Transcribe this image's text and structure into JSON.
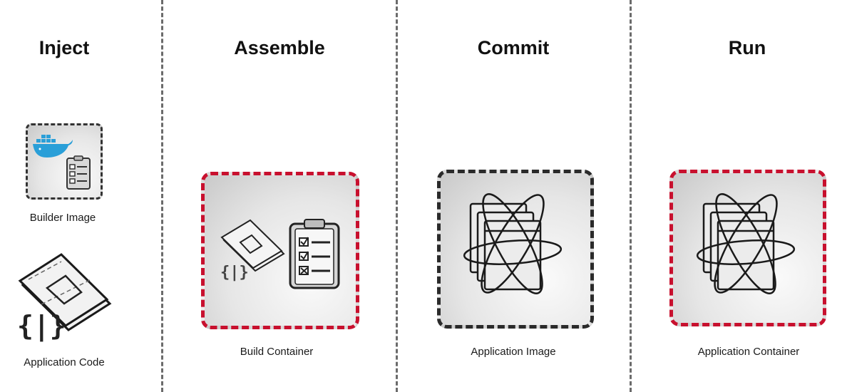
{
  "stages": [
    {
      "title": "Inject",
      "captions": [
        "Builder Image",
        "Application Code"
      ]
    },
    {
      "title": "Assemble",
      "caption": "Build Container"
    },
    {
      "title": "Commit",
      "caption": "Application Image"
    },
    {
      "title": "Run",
      "caption": "Application Container"
    }
  ],
  "icons": {
    "builder": [
      "docker-whale-icon",
      "checklist-icon"
    ],
    "code": "source-code-pages-icon",
    "assemble": [
      "source-code-pages-icon",
      "checklist-clipboard-icon"
    ],
    "commit": "application-layers-orbit-icon",
    "run": "application-layers-orbit-icon"
  },
  "colors": {
    "container_border": "#c8102e",
    "image_border": "#2a2a2a",
    "whale": "#2a9fd8"
  }
}
